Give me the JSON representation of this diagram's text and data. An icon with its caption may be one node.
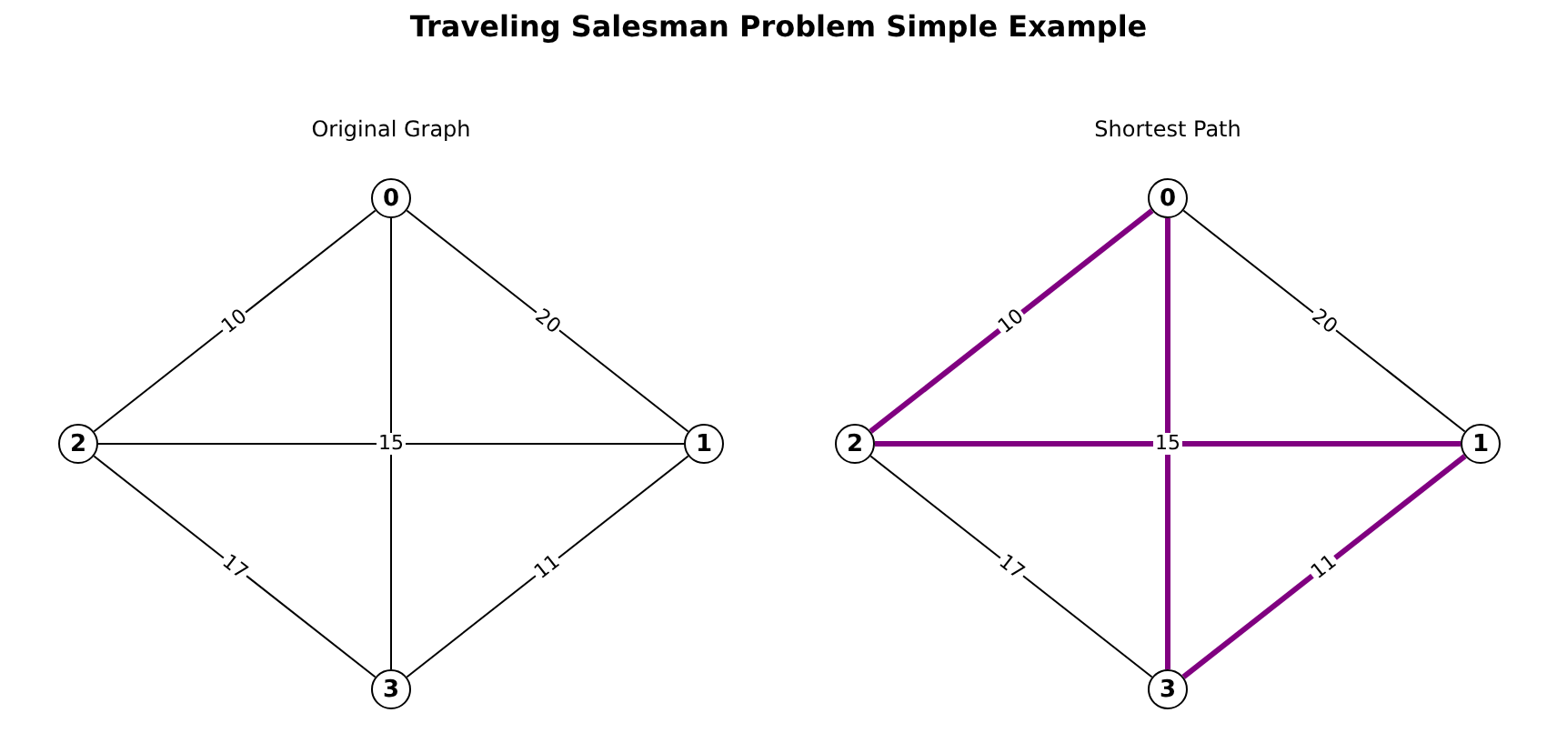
{
  "diagram": {
    "title": "Traveling Salesman Problem Simple Example",
    "nodes": [
      {
        "text": [
          "0"
        ]
      },
      {
        "text": [
          "1"
        ]
      },
      {
        "text": [
          "2"
        ]
      },
      {
        "text": [
          "3"
        ]
      },
      {
        "text": [
          "0"
        ]
      },
      {
        "text": [
          "1"
        ]
      },
      {
        "text": [
          "2"
        ]
      },
      {
        "text": [
          "3"
        ]
      }
    ],
    "edges": [
      {
        "from": 0,
        "to": 1,
        "arrow": "none",
        "label": "20"
      },
      {
        "from": 0,
        "to": 2,
        "arrow": "none",
        "label": "10"
      },
      {
        "from": 0,
        "to": 3,
        "arrow": "none"
      },
      {
        "from": 1,
        "to": 2,
        "arrow": "none",
        "label": "15"
      },
      {
        "from": 1,
        "to": 3,
        "arrow": "none",
        "label": "11"
      },
      {
        "from": 2,
        "to": 3,
        "arrow": "none",
        "label": "17"
      },
      {
        "from": 4,
        "to": 5,
        "arrow": "none",
        "label": "20"
      },
      {
        "from": 4,
        "to": 6,
        "arrow": "none",
        "label": "10",
        "style": "thick",
        "color": "#800080"
      },
      {
        "from": 4,
        "to": 7,
        "arrow": "none",
        "style": "thick",
        "color": "#800080"
      },
      {
        "from": 5,
        "to": 6,
        "arrow": "none",
        "label": "15",
        "style": "thick",
        "color": "#800080"
      },
      {
        "from": 5,
        "to": 7,
        "arrow": "none",
        "label": "11",
        "style": "thick",
        "color": "#800080"
      },
      {
        "from": 6,
        "to": 7,
        "arrow": "none",
        "label": "17"
      }
    ],
    "labels": [
      "Original Graph",
      "Shortest Path"
    ]
  }
}
